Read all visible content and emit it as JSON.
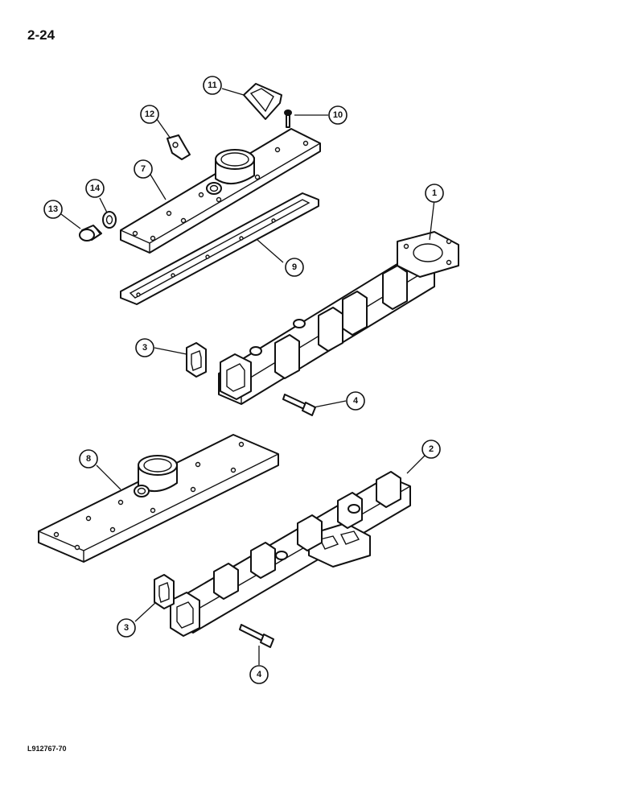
{
  "page": {
    "number": "2-24",
    "figure_id": "L912767-70"
  },
  "callouts": [
    {
      "id": "c1",
      "label": "1"
    },
    {
      "id": "c2",
      "label": "2"
    },
    {
      "id": "c3a",
      "label": "3"
    },
    {
      "id": "c3b",
      "label": "3"
    },
    {
      "id": "c4a",
      "label": "4"
    },
    {
      "id": "c4b",
      "label": "4"
    },
    {
      "id": "c7",
      "label": "7"
    },
    {
      "id": "c8",
      "label": "8"
    },
    {
      "id": "c9",
      "label": "9"
    },
    {
      "id": "c10",
      "label": "10"
    },
    {
      "id": "c11",
      "label": "11"
    },
    {
      "id": "c12",
      "label": "12"
    },
    {
      "id": "c13",
      "label": "13"
    },
    {
      "id": "c14",
      "label": "14"
    }
  ]
}
